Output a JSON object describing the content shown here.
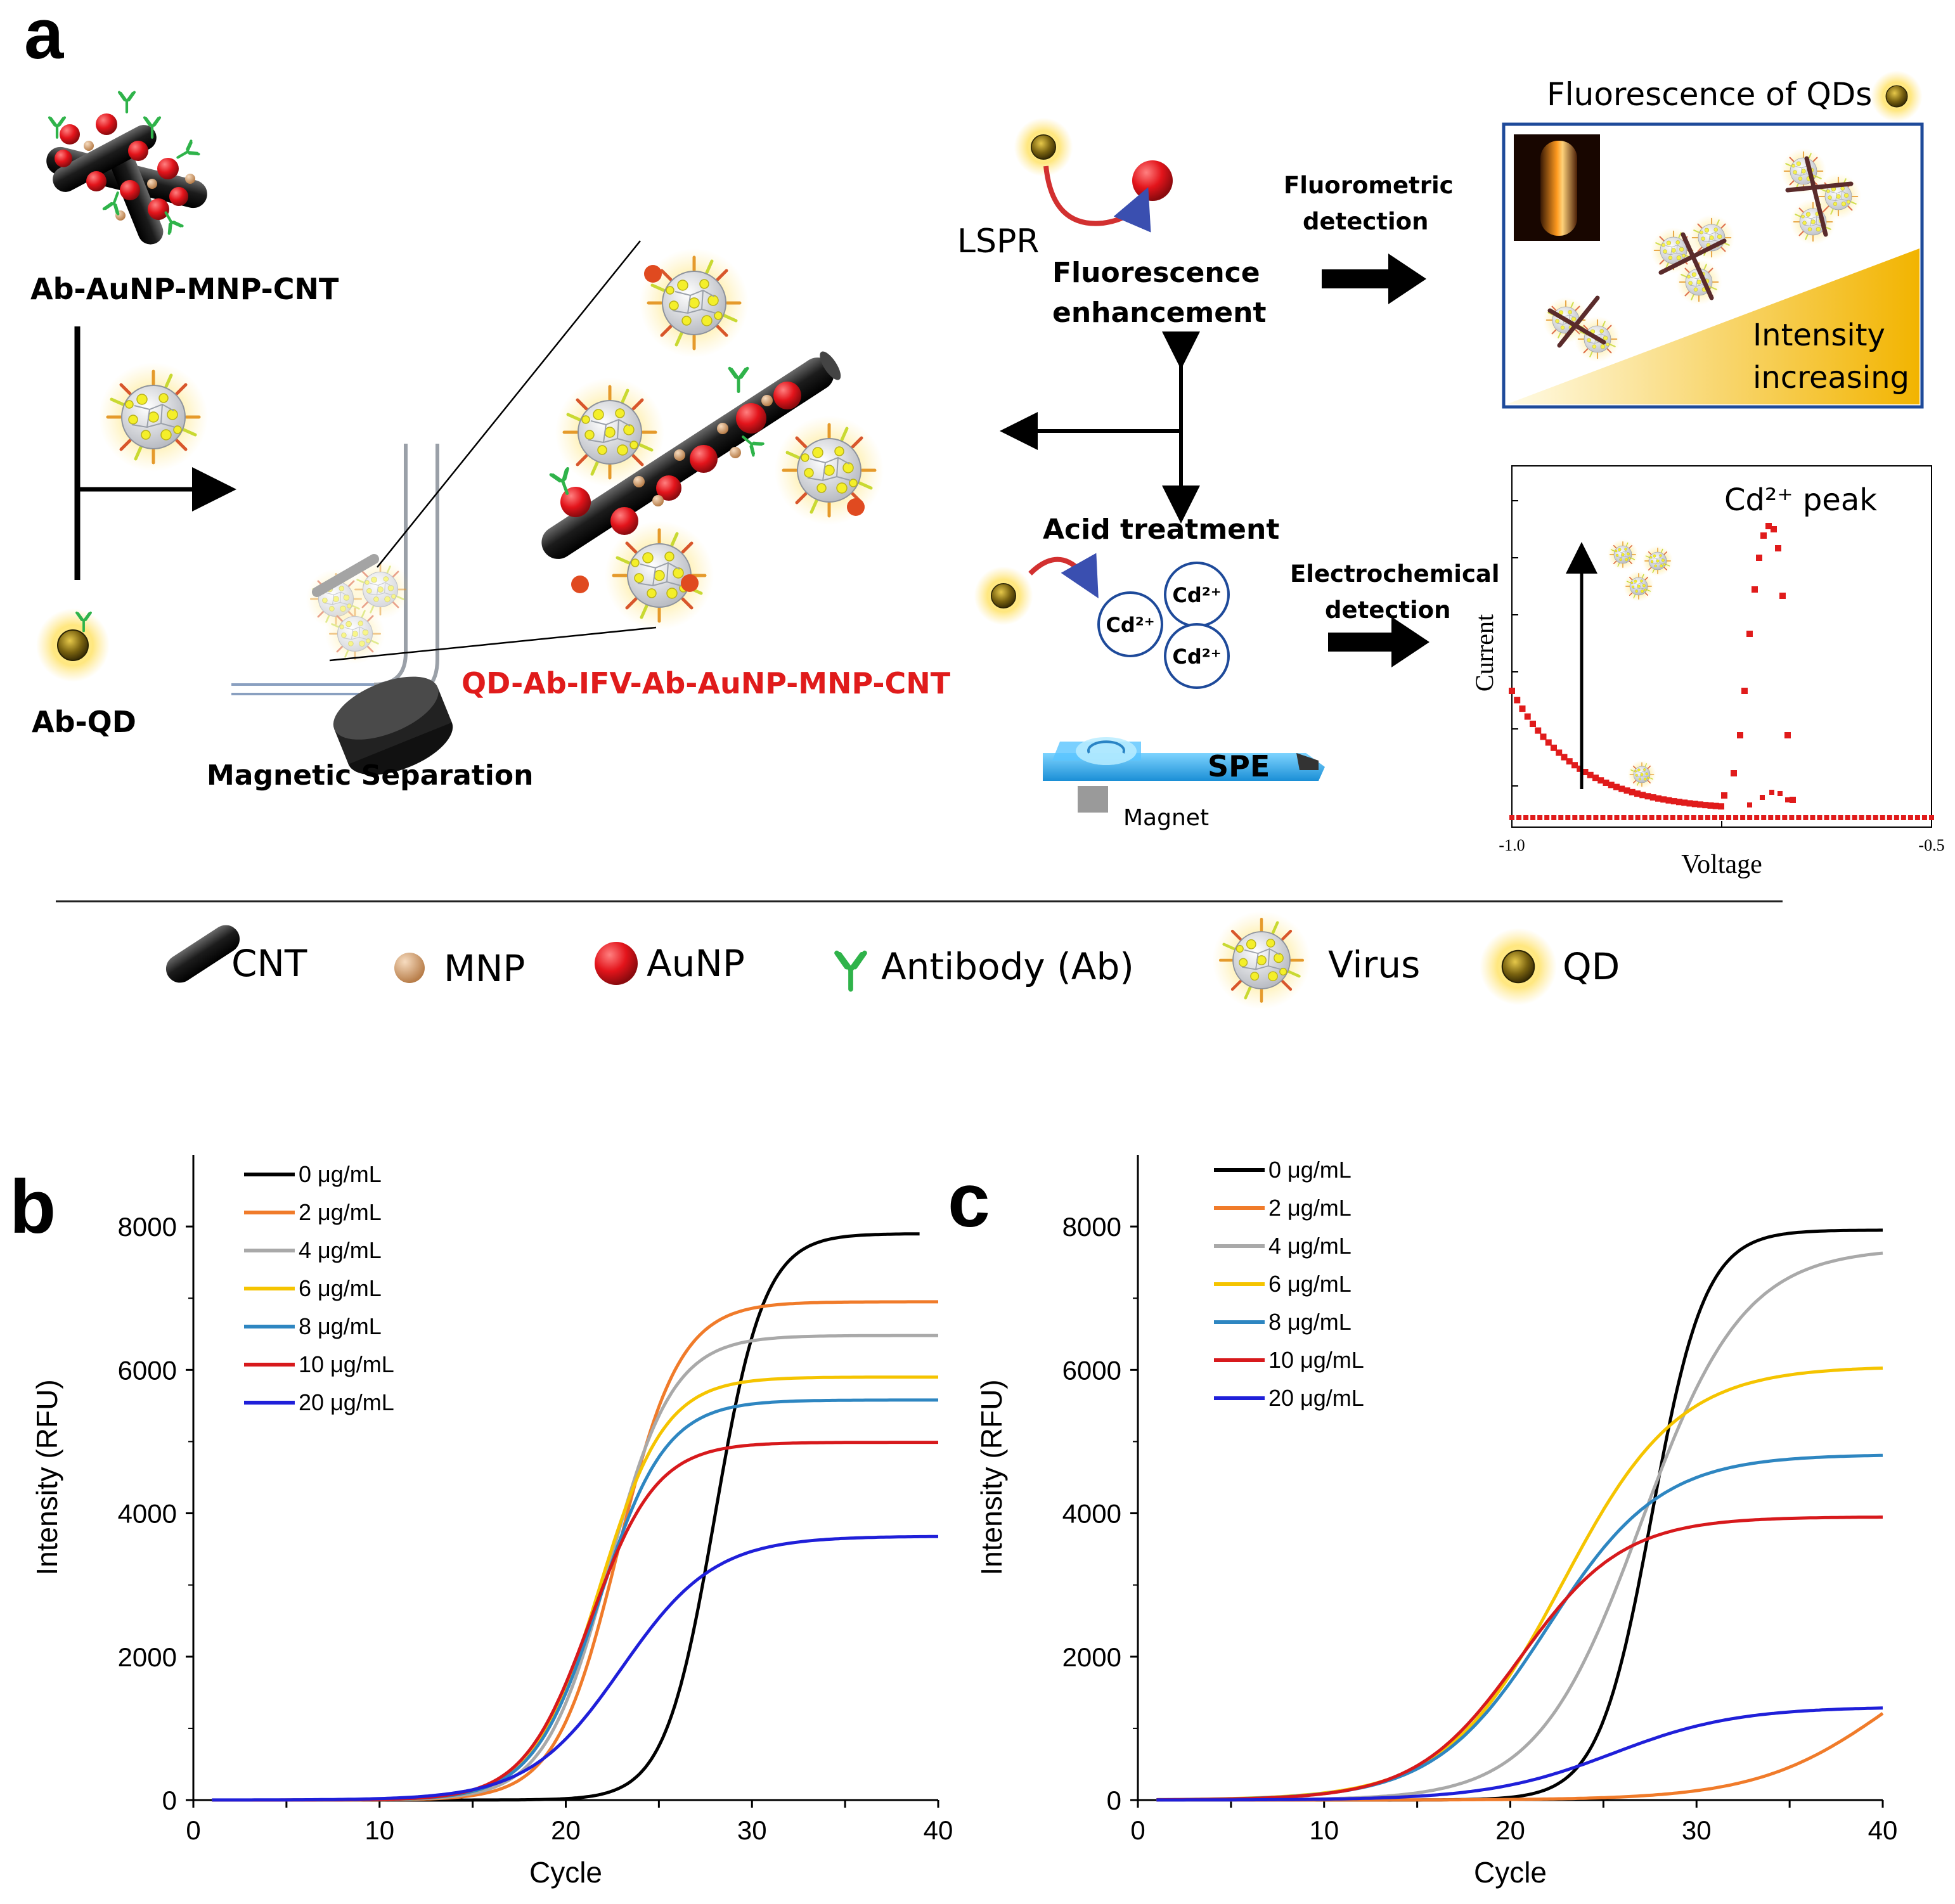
{
  "panel_a": {
    "letter": "a",
    "conjugate_label": "Ab-AuNP-MNP-CNT",
    "qd_label": "Ab-QD",
    "complex_label": "QD-Ab-IFV-Ab-AuNP-MNP-CNT",
    "separation_label": "Magnetic Separation",
    "lspr_label": "LSPR",
    "enhancement_label_line1": "Fluorescence",
    "enhancement_label_line2": "enhancement",
    "fluorometric_line1": "Fluorometric",
    "fluorometric_line2": "detection",
    "fluorescence_title": "Fluorescence of QDs",
    "intensity_line1": "Intensity",
    "intensity_line2": "increasing",
    "acid_label": "Acid treatment",
    "cd_ions": [
      "Cd²⁺",
      "Cd²⁺",
      "Cd²⁺"
    ],
    "electrochem_line1": "Electrochemical",
    "electrochem_line2": "detection",
    "spe_label": "SPE",
    "magnet_label": "Magnet",
    "voltammogram": {
      "ylabel": "Current",
      "xlabel": "Voltage",
      "x_min_label": "-1.0",
      "x_max_label": "-0.5",
      "peak_label": "Cd²⁺ peak"
    },
    "legend": [
      "CNT",
      "MNP",
      "AuNP",
      "Antibody (Ab)",
      "Virus",
      "QD"
    ]
  },
  "colors": {
    "cnt": "#2b2b2b",
    "mnp": "#d9a77a",
    "aunp": "#e3141b",
    "antibody": "#2fb34a",
    "qd_core": "#6b5a10",
    "qd_glow": "#ffe27a",
    "complex_text": "#e01b1b",
    "fluor_border": "#1e4a9a",
    "voltammogram_red": "#e01b1b"
  },
  "chart_data": [
    {
      "panel": "b",
      "type": "line",
      "xlabel": "Cycle",
      "ylabel": "Intensity (RFU)",
      "xlim": [
        0,
        40
      ],
      "ylim": [
        0,
        9000
      ],
      "xticks": [
        "0",
        "10",
        "20",
        "30",
        "40"
      ],
      "yticks": [
        "0",
        "2000",
        "4000",
        "6000",
        "8000"
      ],
      "legend_position": "top-left",
      "grid": false,
      "series": [
        {
          "name": "0 μg/mL",
          "color": "#000000",
          "plateau": 7900,
          "midpoint": 28.0,
          "slope": 0.75,
          "x_end": 39
        },
        {
          "name": "2 μg/mL",
          "color": "#f07b2a",
          "plateau": 6950,
          "midpoint": 22.8,
          "slope": 0.6,
          "x_end": 40
        },
        {
          "name": "4 μg/mL",
          "color": "#a9a9a9",
          "plateau": 6480,
          "midpoint": 22.3,
          "slope": 0.58,
          "x_end": 40
        },
        {
          "name": "6 μg/mL",
          "color": "#f5c400",
          "plateau": 5900,
          "midpoint": 21.8,
          "slope": 0.57,
          "x_end": 40
        },
        {
          "name": "8 μg/mL",
          "color": "#2e86c1",
          "plateau": 5580,
          "midpoint": 21.8,
          "slope": 0.56,
          "x_end": 40
        },
        {
          "name": "10 μg/mL",
          "color": "#d7191c",
          "plateau": 4990,
          "midpoint": 21.3,
          "slope": 0.56,
          "x_end": 40
        },
        {
          "name": "20 μg/mL",
          "color": "#1f1fd9",
          "plateau": 3680,
          "midpoint": 23.0,
          "slope": 0.4,
          "x_end": 40
        }
      ]
    },
    {
      "panel": "c",
      "type": "line",
      "xlabel": "Cycle",
      "ylabel": "Intensity (RFU)",
      "xlim": [
        0,
        40
      ],
      "ylim": [
        0,
        9000
      ],
      "xticks": [
        "0",
        "10",
        "20",
        "30",
        "40"
      ],
      "yticks": [
        "0",
        "2000",
        "4000",
        "6000",
        "8000"
      ],
      "legend_position": "top-left",
      "grid": false,
      "series": [
        {
          "name": "0 μg/mL",
          "color": "#000000",
          "plateau": 7950,
          "midpoint": 27.6,
          "slope": 0.7,
          "x_end": 40
        },
        {
          "name": "2 μg/mL",
          "color": "#f07b2a",
          "plateau": 2600,
          "midpoint": 40.5,
          "slope": 0.28,
          "x_end": 40
        },
        {
          "name": "4 μg/mL",
          "color": "#a9a9a9",
          "plateau": 7700,
          "midpoint": 27.0,
          "slope": 0.36,
          "x_end": 40
        },
        {
          "name": "6 μg/mL",
          "color": "#f5c400",
          "plateau": 6050,
          "midpoint": 22.8,
          "slope": 0.32,
          "x_end": 40
        },
        {
          "name": "8 μg/mL",
          "color": "#2e86c1",
          "plateau": 4820,
          "midpoint": 22.0,
          "slope": 0.33,
          "x_end": 40
        },
        {
          "name": "10 μg/mL",
          "color": "#d7191c",
          "plateau": 3950,
          "midpoint": 20.5,
          "slope": 0.36,
          "x_end": 40
        },
        {
          "name": "20 μg/mL",
          "color": "#1f1fd9",
          "plateau": 1300,
          "midpoint": 25.5,
          "slope": 0.3,
          "x_end": 40
        }
      ]
    }
  ]
}
